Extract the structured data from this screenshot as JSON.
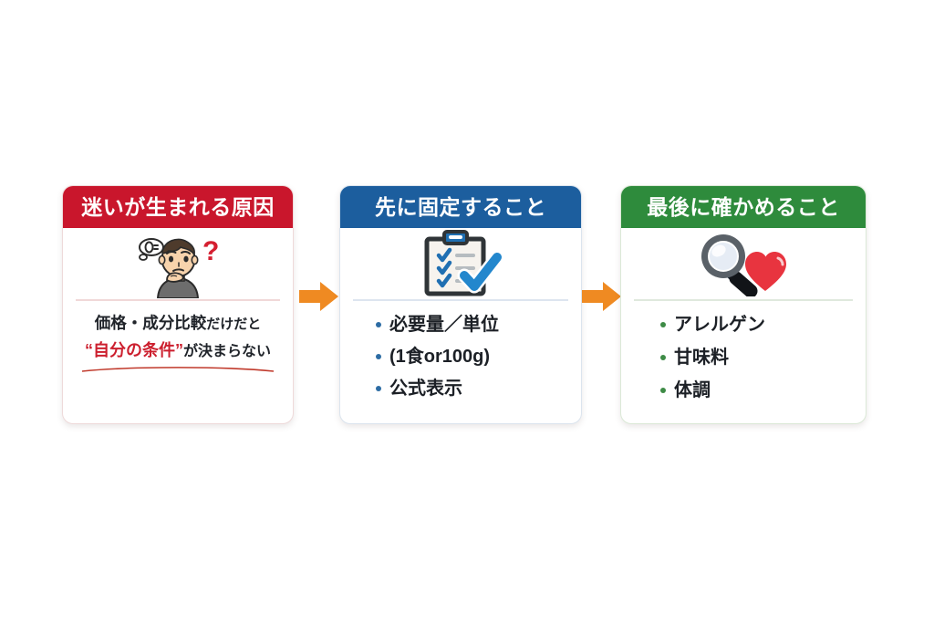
{
  "page": {
    "background": "#ffffff",
    "layout": "three-step-flow"
  },
  "colors": {
    "card1_header": "#c9162c",
    "card2_header": "#1c5e9e",
    "card3_header": "#2e8b3c",
    "arrow": "#ef8a22",
    "accent_red": "#cc1f2e",
    "text_dark": "#20242a"
  },
  "cards": [
    {
      "id": "cause",
      "header": "迷いが生まれる原因",
      "icon": "thinking-face-emoji",
      "line1_main": "価格・成分比較",
      "line1_tail": "だけだと",
      "line2_quoted": "“自分の条件”",
      "line2_tail": "が決まらない"
    },
    {
      "id": "fix-first",
      "header": "先に固定すること",
      "icon": "clipboard-checklist-icon",
      "bullets": [
        "必要量／単位",
        "(1食or100g)",
        "公式表示"
      ]
    },
    {
      "id": "check-last",
      "header": "最後に確かめること",
      "icon": "magnifier-heart-icon",
      "bullets": [
        "アレルゲン",
        "甘味料",
        "体調"
      ]
    }
  ],
  "arrows": [
    {
      "name": "arrow-cause-to-fix",
      "direction": "right"
    },
    {
      "name": "arrow-fix-to-check",
      "direction": "right"
    }
  ]
}
